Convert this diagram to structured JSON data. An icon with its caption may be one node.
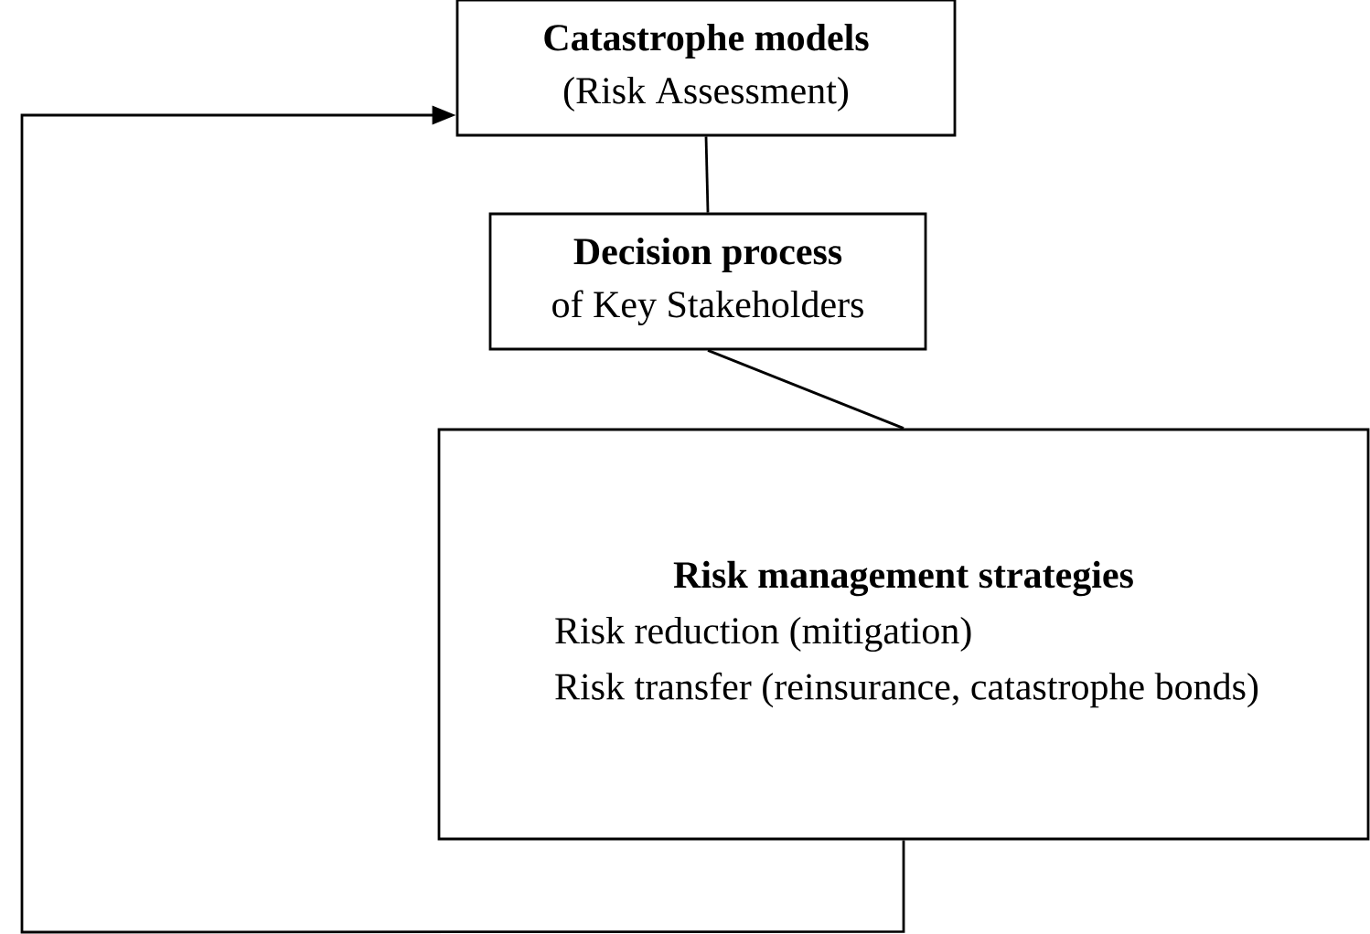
{
  "diagram": {
    "nodes": [
      {
        "text": [
          "Catastrophe models",
          "(Risk Assessment)"
        ]
      },
      {
        "text": [
          "Decision process",
          "of Key Stakeholders"
        ]
      },
      {
        "text": [
          "Risk management strategies",
          "Risk reduction (mitigation)",
          "Risk transfer (reinsurance, catastrophe bonds)"
        ]
      }
    ],
    "edges": [
      {
        "from": 0,
        "to": 1,
        "arrow": "none"
      },
      {
        "from": 1,
        "to": 2,
        "arrow": "none"
      },
      {
        "from": 2,
        "to": 0,
        "arrow": "to"
      }
    ]
  }
}
